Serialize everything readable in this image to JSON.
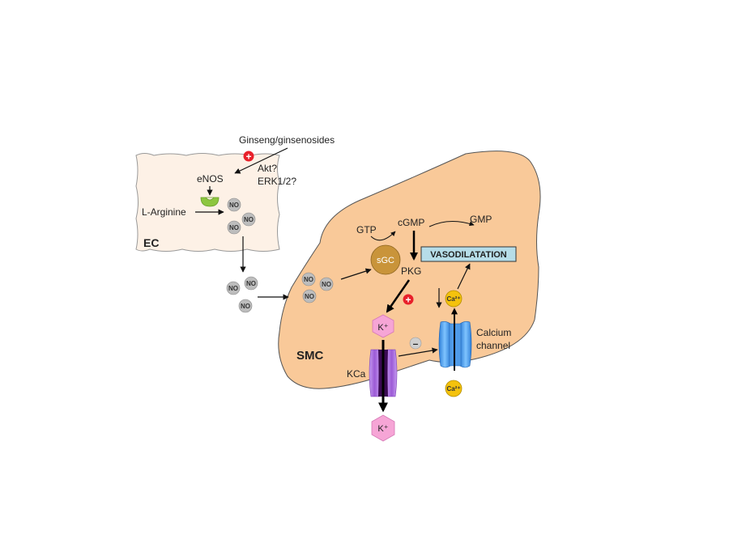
{
  "labels": {
    "ginseng": "Ginseng/ginsenosides",
    "enos": "eNOS",
    "akt": "Akt?",
    "erk": "ERK1/2?",
    "larginine": "L-Arginine",
    "ec": "EC",
    "smc": "SMC",
    "gtp": "GTP",
    "cgmp": "cGMP",
    "gmp": "GMP",
    "sgc": "sGC",
    "pkg": "PKG",
    "vasodilatation": "VASODILATATION",
    "kplus": "K⁺",
    "kca": "KCa",
    "calcium_channel_line1": "Calcium",
    "calcium_channel_line2": "channel",
    "ca": "Ca²⁺",
    "no": "NO",
    "plus": "+",
    "minus": "–"
  },
  "colors": {
    "ec_fill": "#fdf1e6",
    "smc_fill": "#f9c999",
    "smc_stroke": "#444444",
    "no_fill": "#bdbdbd",
    "sgc_fill": "#c9943a",
    "vaso_fill": "#b6dde8",
    "k_fill": "#f6a5d6",
    "ca_fill": "#f4c20d",
    "kca_purple": "#b679e6",
    "ca_channel_blue": "#5aa8ef",
    "plus_red": "#e8202a",
    "minus_grey": "#cfcfcf",
    "enos_green": "#8dc63f"
  }
}
